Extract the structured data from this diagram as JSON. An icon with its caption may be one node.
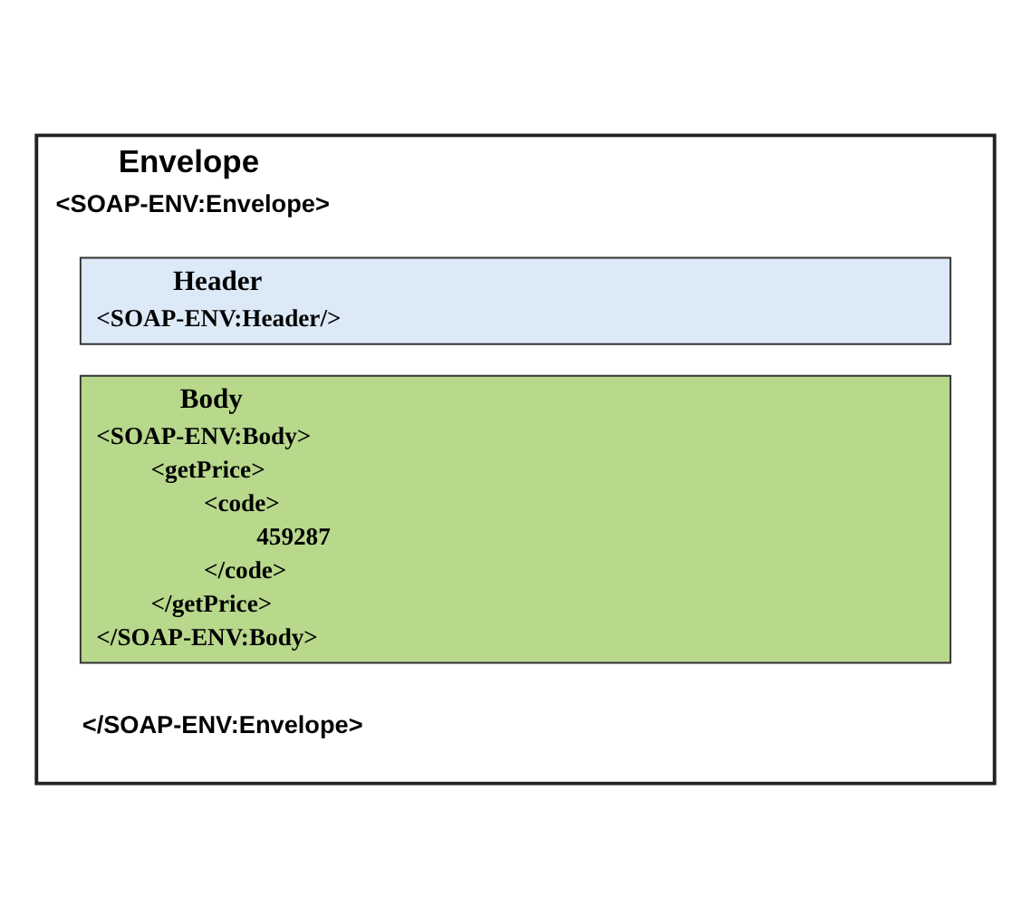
{
  "diagram": {
    "nodes": [
      {
        "text": [
          "Envelope",
          "<SOAP-ENV:Envelope>",
          "</SOAP-ENV:Envelope>"
        ]
      },
      {
        "text": [
          "Header",
          "<SOAP-ENV:Header/>"
        ],
        "in": 0
      },
      {
        "text": [
          "Body",
          "<SOAP-ENV:Body>",
          "<getPrice>",
          "<code>",
          "459287",
          "</code>",
          "</getPrice>",
          "</SOAP-ENV:Body>"
        ],
        "in": 0
      }
    ]
  }
}
